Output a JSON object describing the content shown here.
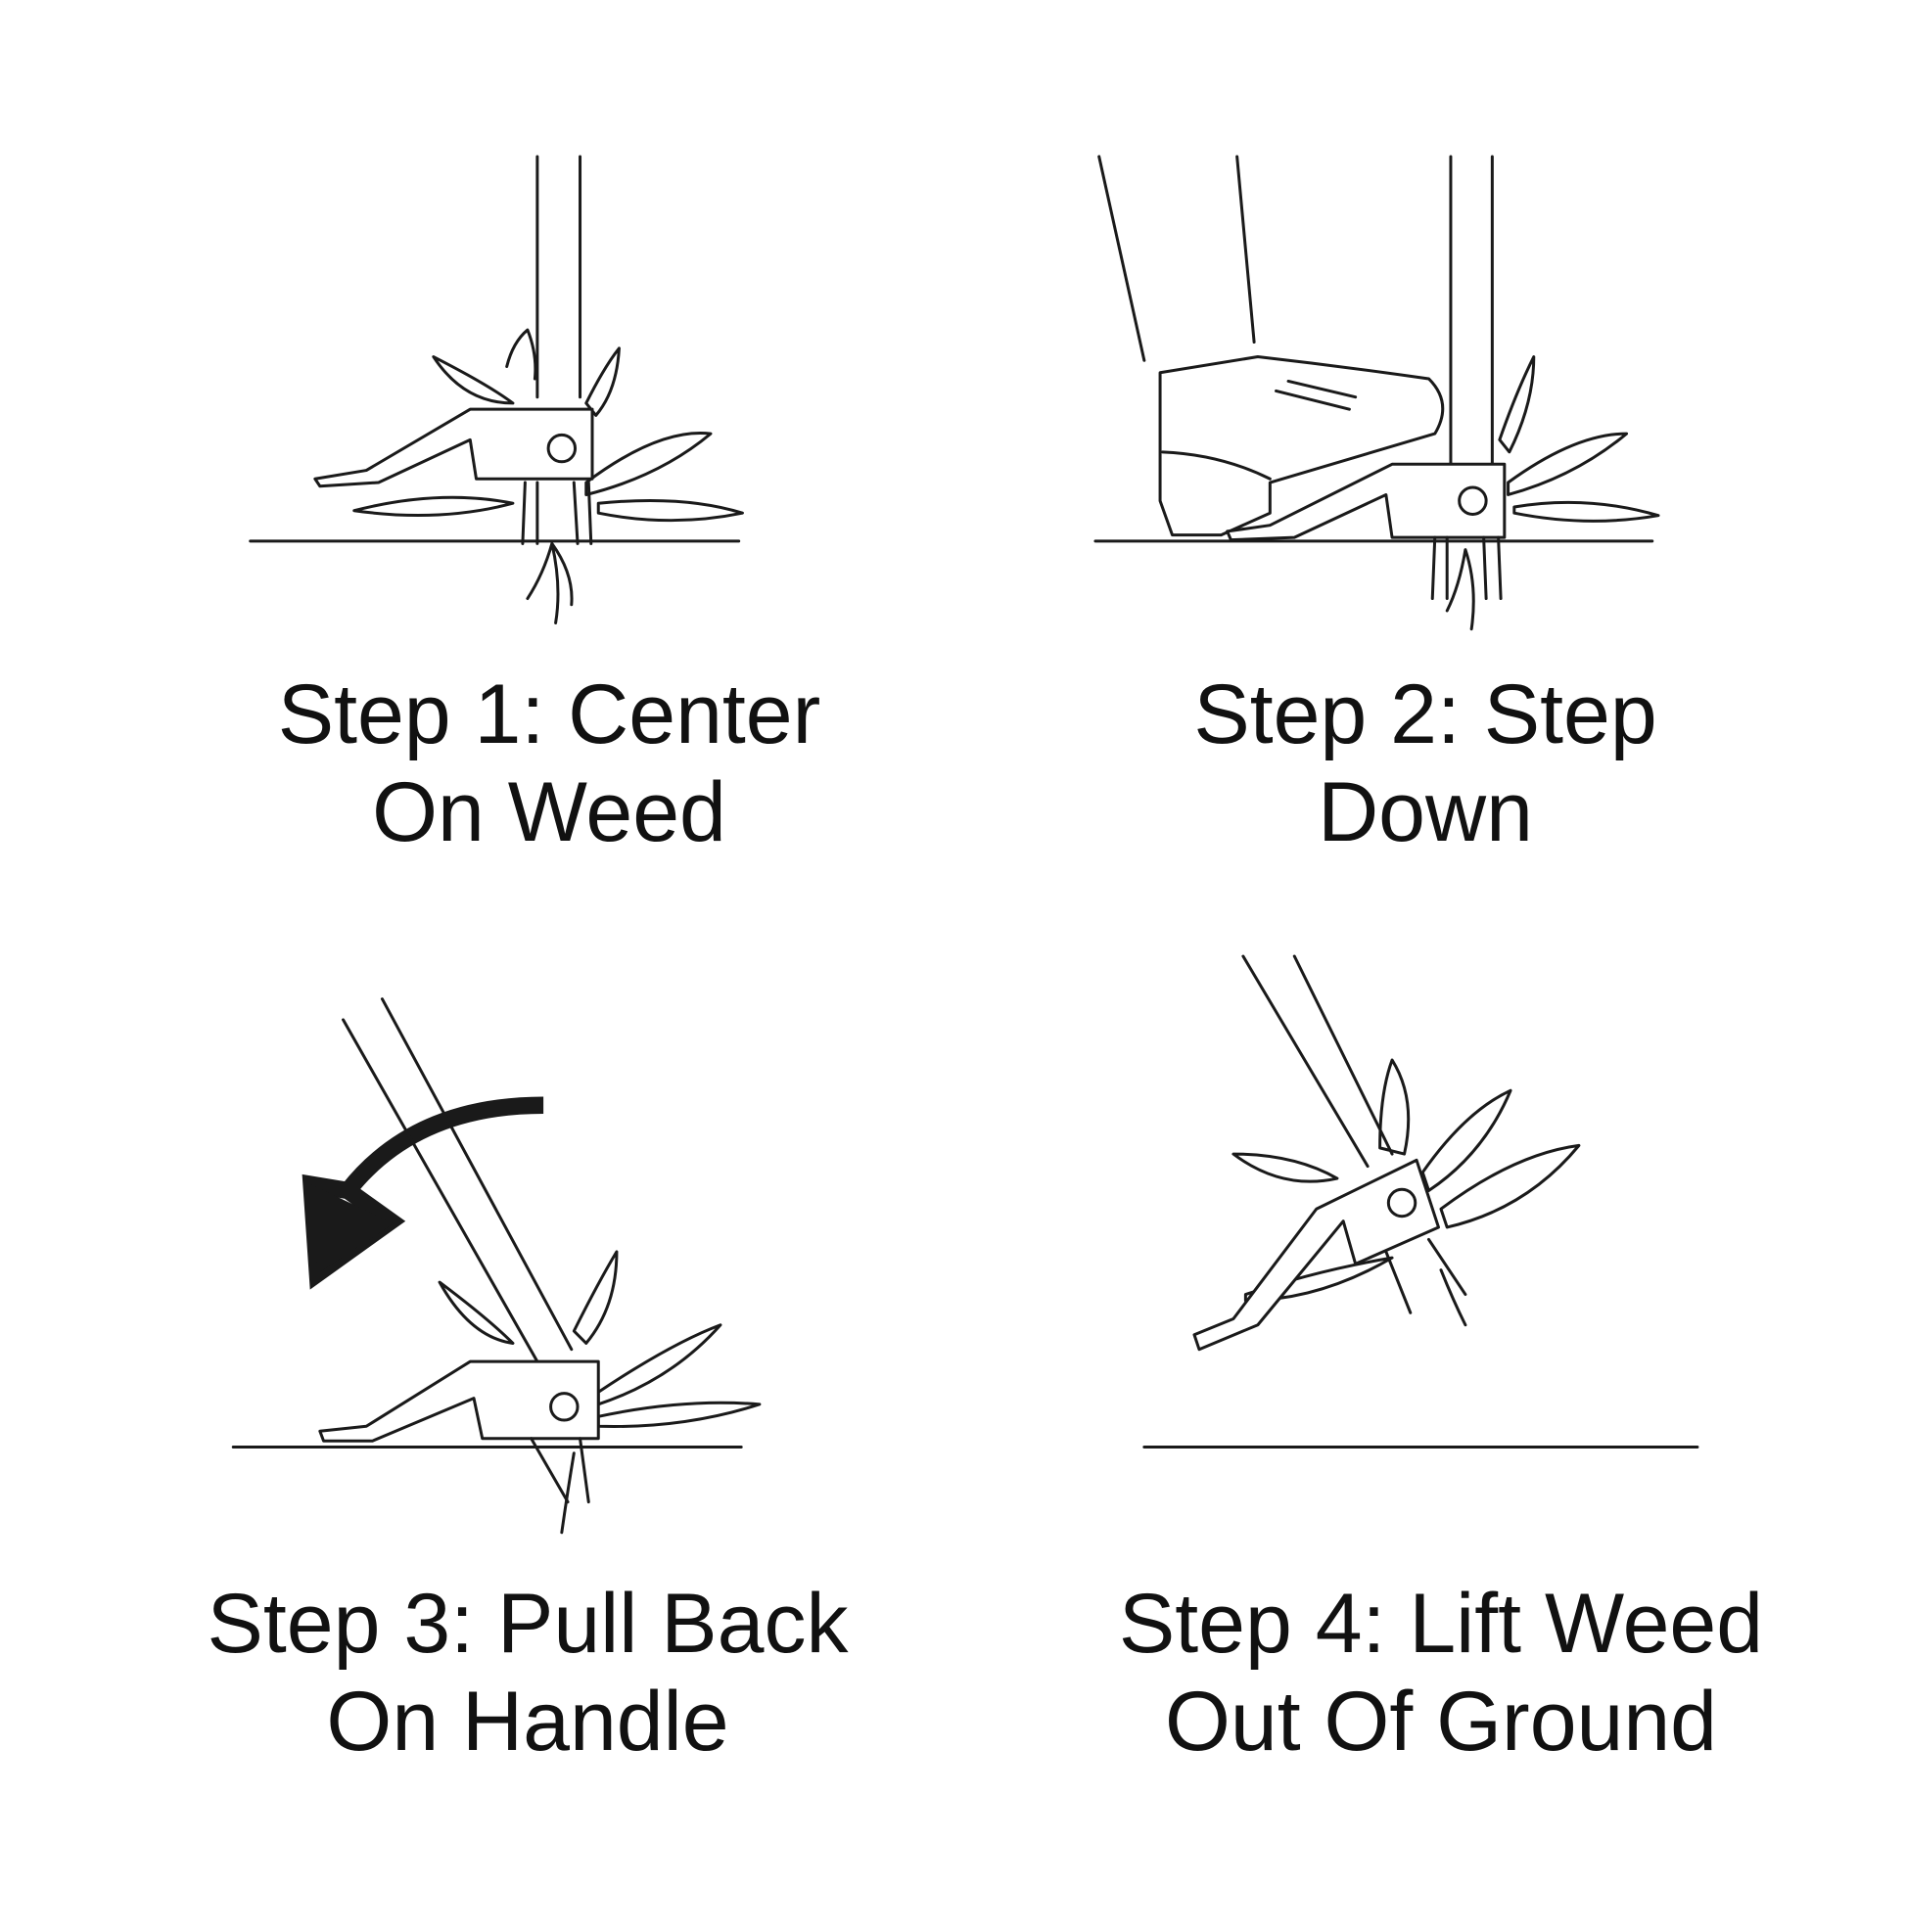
{
  "steps": [
    {
      "line1": "Step 1: Center",
      "line2": "On Weed"
    },
    {
      "line1": "Step 2: Step",
      "line2": "Down"
    },
    {
      "line1": "Step 3: Pull Back",
      "line2": "On Handle"
    },
    {
      "line1": "Step 4: Lift Weed",
      "line2": "Out Of Ground"
    }
  ]
}
